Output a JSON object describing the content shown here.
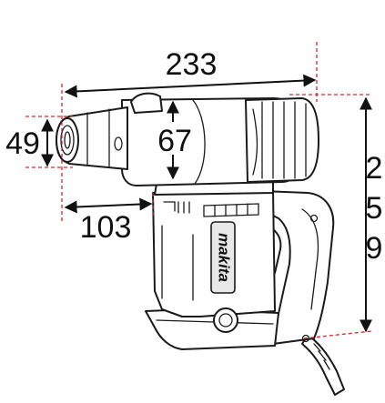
{
  "dimensions": {
    "overall_length": "233",
    "front_diameter": "49",
    "body_diameter": "67",
    "front_to_handle": "103",
    "height_digits": [
      "2",
      "5",
      "9"
    ]
  },
  "brand": "makita",
  "colors": {
    "guide_line": "#d42a2a",
    "outline": "#1a1a1a",
    "background": "#ffffff"
  }
}
